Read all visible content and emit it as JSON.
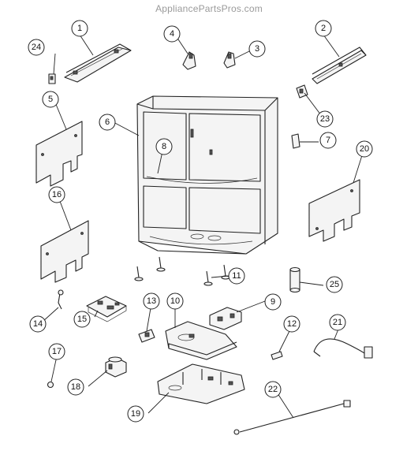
{
  "header": {
    "watermark": "AppliancePartsPros.com"
  },
  "callouts": [
    {
      "num": "1"
    },
    {
      "num": "2"
    },
    {
      "num": "3"
    },
    {
      "num": "4"
    },
    {
      "num": "5"
    },
    {
      "num": "6"
    },
    {
      "num": "7"
    },
    {
      "num": "8"
    },
    {
      "num": "9"
    },
    {
      "num": "10"
    },
    {
      "num": "11"
    },
    {
      "num": "12"
    },
    {
      "num": "13"
    },
    {
      "num": "14"
    },
    {
      "num": "15"
    },
    {
      "num": "16"
    },
    {
      "num": "17"
    },
    {
      "num": "18"
    },
    {
      "num": "19"
    },
    {
      "num": "20"
    },
    {
      "num": "21"
    },
    {
      "num": "22"
    },
    {
      "num": "23"
    },
    {
      "num": "24"
    },
    {
      "num": "25"
    }
  ]
}
